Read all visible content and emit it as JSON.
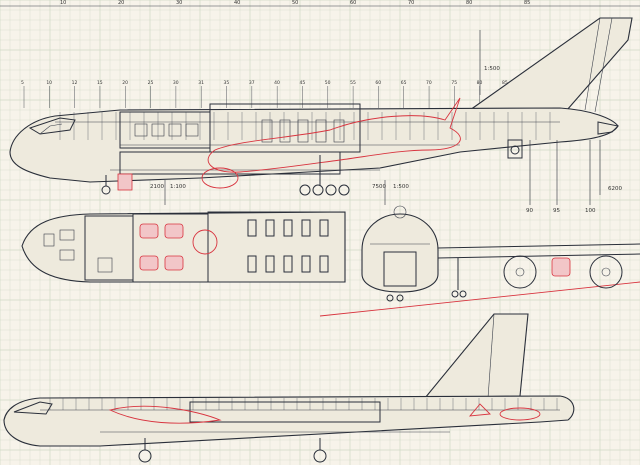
{
  "colors": {
    "paper": "#f7f3ea",
    "grid": "#cfd8c4",
    "ink": "#2a2f3a",
    "red": "#d8343f"
  },
  "top_ruler_marks": [
    "10",
    "20",
    "30",
    "40",
    "50",
    "60",
    "70",
    "80",
    "85"
  ],
  "station_labels": [
    "5",
    "10",
    "12",
    "15",
    "20",
    "25",
    "30",
    "31",
    "35",
    "37",
    "40",
    "45",
    "50",
    "55",
    "60",
    "65",
    "70",
    "75",
    "80",
    "85"
  ],
  "dimensions": {
    "scale_label": "1:500",
    "dim_nose": "2100",
    "dim_nose_scale": "1:100",
    "dim_gear": "7500",
    "dim_gear_scale": "1:500",
    "dim_tail": "6200",
    "tail_stations": [
      "90",
      "95",
      "100"
    ]
  }
}
